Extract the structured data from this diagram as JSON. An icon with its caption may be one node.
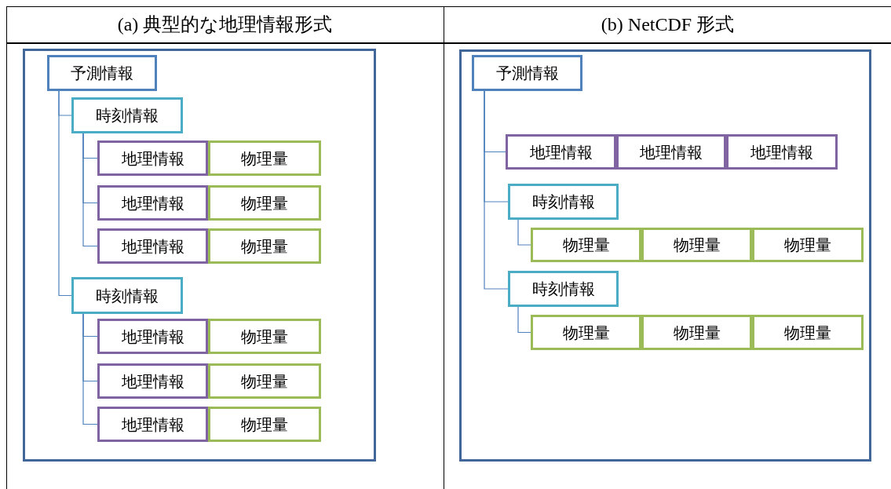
{
  "diagram": {
    "nodes": [
      {
        "text": [],
        "shape": "box"
      },
      {
        "text": [
          "予測情報"
        ],
        "in": 0
      },
      {
        "text": [
          "時刻情報"
        ],
        "in": 0
      },
      {
        "text": [
          "地理情報"
        ],
        "in": 0
      },
      {
        "text": [
          "物理量"
        ],
        "in": 0
      },
      {
        "text": [
          "地理情報"
        ],
        "in": 0
      },
      {
        "text": [
          "物理量"
        ],
        "in": 0
      },
      {
        "text": [
          "地理情報"
        ],
        "in": 0
      },
      {
        "text": [
          "物理量"
        ],
        "in": 0
      },
      {
        "text": [
          "時刻情報"
        ],
        "in": 0
      },
      {
        "text": [
          "地理情報"
        ],
        "in": 0
      },
      {
        "text": [
          "物理量"
        ],
        "in": 0
      },
      {
        "text": [
          "地理情報"
        ],
        "in": 0
      },
      {
        "text": [
          "物理量"
        ],
        "in": 0
      },
      {
        "text": [
          "地理情報"
        ],
        "in": 0
      },
      {
        "text": [
          "物理量"
        ],
        "in": 0
      },
      {
        "text": [],
        "shape": "box"
      },
      {
        "text": [
          "予測情報"
        ],
        "in": 16
      },
      {
        "text": [
          "地理情報"
        ],
        "in": 16
      },
      {
        "text": [
          "地理情報"
        ],
        "in": 16
      },
      {
        "text": [
          "地理情報"
        ],
        "in": 16
      },
      {
        "text": [
          "時刻情報"
        ],
        "in": 16
      },
      {
        "text": [
          "物理量"
        ],
        "in": 16
      },
      {
        "text": [
          "物理量"
        ],
        "in": 16
      },
      {
        "text": [
          "物理量"
        ],
        "in": 16
      },
      {
        "text": [
          "時刻情報"
        ],
        "in": 16
      },
      {
        "text": [
          "物理量"
        ],
        "in": 16
      },
      {
        "text": [
          "物理量"
        ],
        "in": 16
      },
      {
        "text": [
          "物理量"
        ],
        "in": 16
      }
    ],
    "edges": [
      {
        "from": 1,
        "to": 2,
        "arrow": "none"
      },
      {
        "from": 1,
        "to": 9,
        "arrow": "none"
      },
      {
        "from": 2,
        "to": 3,
        "arrow": "none"
      },
      {
        "from": 2,
        "to": 5,
        "arrow": "none"
      },
      {
        "from": 2,
        "to": 7,
        "arrow": "none"
      },
      {
        "from": 9,
        "to": 10,
        "arrow": "none"
      },
      {
        "from": 9,
        "to": 12,
        "arrow": "none"
      },
      {
        "from": 9,
        "to": 14,
        "arrow": "none"
      },
      {
        "from": 17,
        "to": 18,
        "arrow": "none"
      },
      {
        "from": 17,
        "to": 21,
        "arrow": "none"
      },
      {
        "from": 17,
        "to": 25,
        "arrow": "none"
      },
      {
        "from": 21,
        "to": 22,
        "arrow": "none"
      },
      {
        "from": 25,
        "to": 26,
        "arrow": "none"
      }
    ],
    "labels": [
      "(a) 典型的な地理情報形式",
      "(b) NetCDF 形式"
    ]
  }
}
